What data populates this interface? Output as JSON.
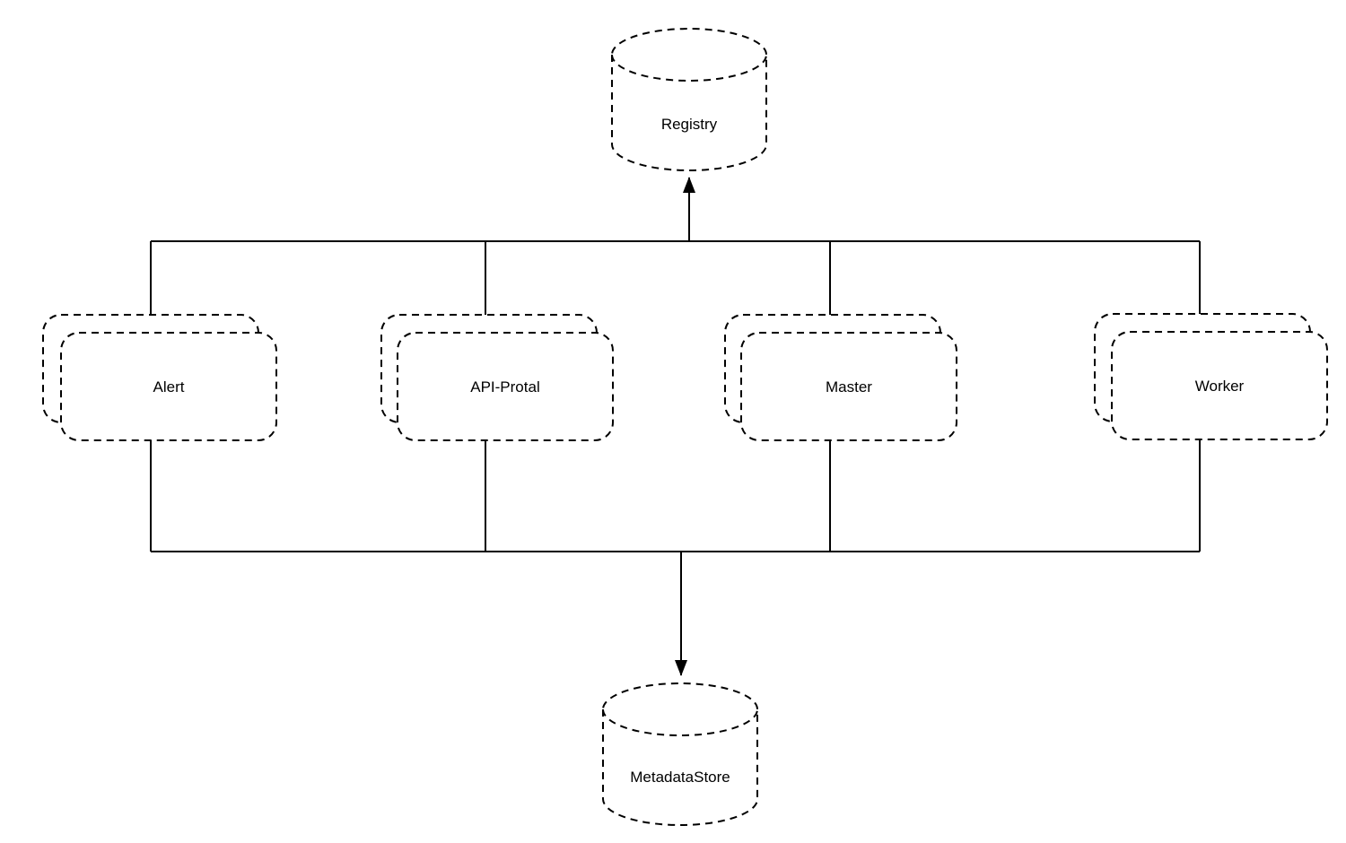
{
  "diagram": {
    "type": "architecture-diagram",
    "colors": {
      "background": "#ffffff",
      "stroke": "#000000",
      "text": "#000000"
    },
    "nodes": {
      "registry": {
        "label": "Registry",
        "shape": "cylinder",
        "border": "dashed"
      },
      "alert": {
        "label": "Alert",
        "shape": "stacked-rounded-box",
        "border": "dashed"
      },
      "api_portal": {
        "label": "API-Protal",
        "shape": "stacked-rounded-box",
        "border": "dashed"
      },
      "master": {
        "label": "Master",
        "shape": "stacked-rounded-box",
        "border": "dashed"
      },
      "worker": {
        "label": "Worker",
        "shape": "stacked-rounded-box",
        "border": "dashed"
      },
      "metadata_store": {
        "label": "MetadataStore",
        "shape": "cylinder",
        "border": "dashed"
      }
    },
    "edges": [
      {
        "from": [
          "alert",
          "api_portal",
          "master",
          "worker"
        ],
        "to": "registry",
        "style": "solid",
        "arrow": "to"
      },
      {
        "from": [
          "alert",
          "api_portal",
          "master",
          "worker"
        ],
        "to": "metadata_store",
        "style": "solid",
        "arrow": "to"
      }
    ]
  }
}
